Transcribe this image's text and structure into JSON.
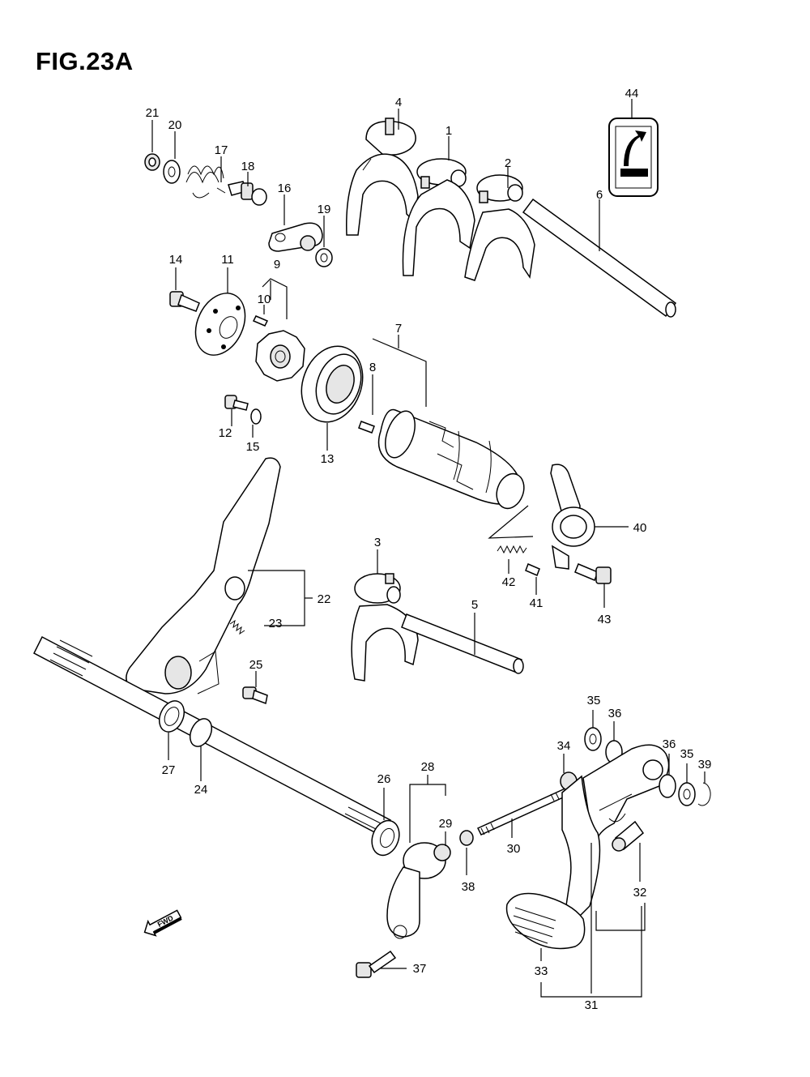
{
  "title": "FIG.23A",
  "fwd_label": "FWD",
  "callouts": {
    "c1": "1",
    "c2": "2",
    "c3": "3",
    "c4": "4",
    "c5": "5",
    "c6": "6",
    "c7": "7",
    "c8": "8",
    "c9": "9",
    "c10": "10",
    "c11": "11",
    "c12": "12",
    "c13": "13",
    "c14": "14",
    "c15": "15",
    "c16": "16",
    "c17": "17",
    "c18": "18",
    "c19": "19",
    "c20": "20",
    "c21": "21",
    "c22": "22",
    "c23": "23",
    "c24": "24",
    "c25": "25",
    "c26": "26",
    "c27": "27",
    "c28": "28",
    "c29": "29",
    "c30": "30",
    "c31": "31",
    "c32": "32",
    "c33": "33",
    "c34": "34",
    "c35a": "35",
    "c35b": "35",
    "c36a": "36",
    "c36b": "36",
    "c37": "37",
    "c38": "38",
    "c39": "39",
    "c40": "40",
    "c41": "41",
    "c42": "42",
    "c43": "43",
    "c44": "44"
  }
}
